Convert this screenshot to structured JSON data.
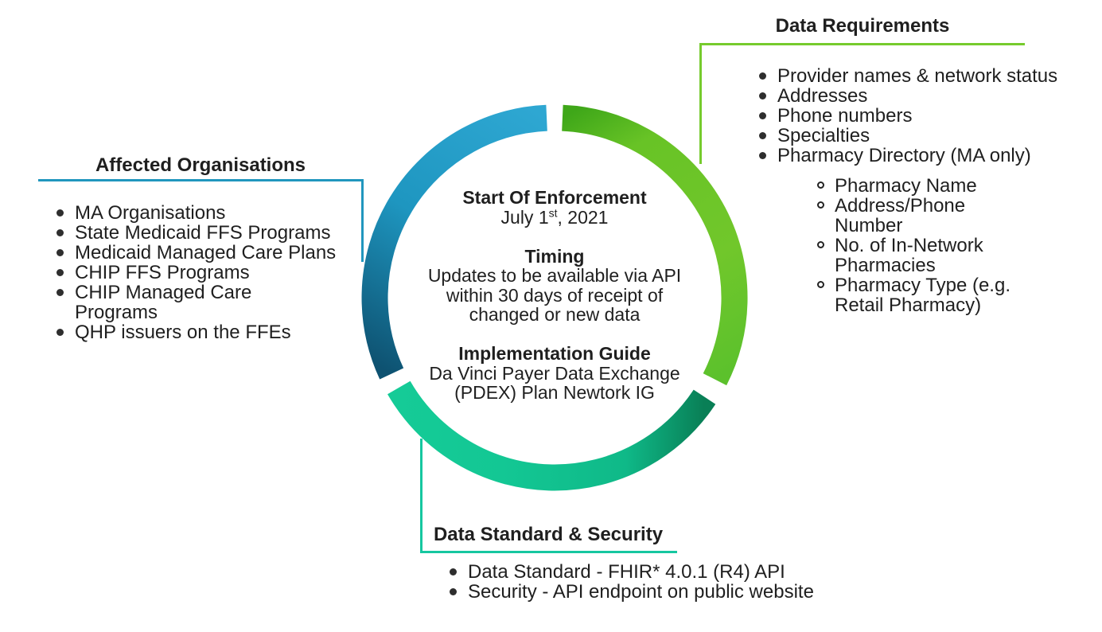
{
  "center": {
    "enforcement_heading": "Start Of Enforcement",
    "date_prefix": "July 1",
    "date_sup": "st",
    "date_suffix": ", 2021",
    "timing_heading": "Timing",
    "timing_lines": [
      "Updates to be available via API",
      "within 30 days of receipt of",
      "changed or new data"
    ],
    "guide_heading": "Implementation Guide",
    "guide_lines": [
      "Da Vinci Payer Data Exchange",
      "(PDEX) Plan Newtork IG"
    ]
  },
  "affected": {
    "title": "Affected Organisations",
    "items": [
      "MA Organisations",
      "State Medicaid FFS Programs",
      "Medicaid Managed Care Plans",
      "CHIP FFS Programs",
      "CHIP Managed Care Programs",
      "QHP issuers on the FFEs"
    ]
  },
  "requirements": {
    "title": "Data Requirements",
    "items": [
      "Provider names & network status",
      "Addresses",
      "Phone numbers",
      "Specialties",
      "Pharmacy Directory (MA only)"
    ],
    "sub_items": [
      "Pharmacy Name",
      "Address/Phone Number",
      "No. of In-Network Pharmacies",
      "Pharmacy Type (e.g. Retail Pharmacy)"
    ]
  },
  "standard": {
    "title": "Data Standard & Security",
    "items": [
      "Data Standard - FHIR* 4.0.1 (R4) API",
      "Security - API endpoint on public website"
    ]
  },
  "colors": {
    "arc_blue_light": "#2EA7D2",
    "arc_blue_mid": "#1E96C0",
    "arc_blue_dark": "#0E5271",
    "arc_green_tip": "#3FA719",
    "arc_green_mid": "#68C326",
    "arc_green_bright": "#71C72B",
    "arc_green_end": "#5CC12C",
    "arc_teal_tip": "#097F56",
    "arc_teal_mid": "#0FB988",
    "arc_teal_bright": "#13C794",
    "arc_teal_end": "#15CB97",
    "connector_blue": "#2196BE",
    "connector_green": "#76CB2D",
    "connector_teal": "#16C7A0",
    "text": "#1F1F1F"
  }
}
